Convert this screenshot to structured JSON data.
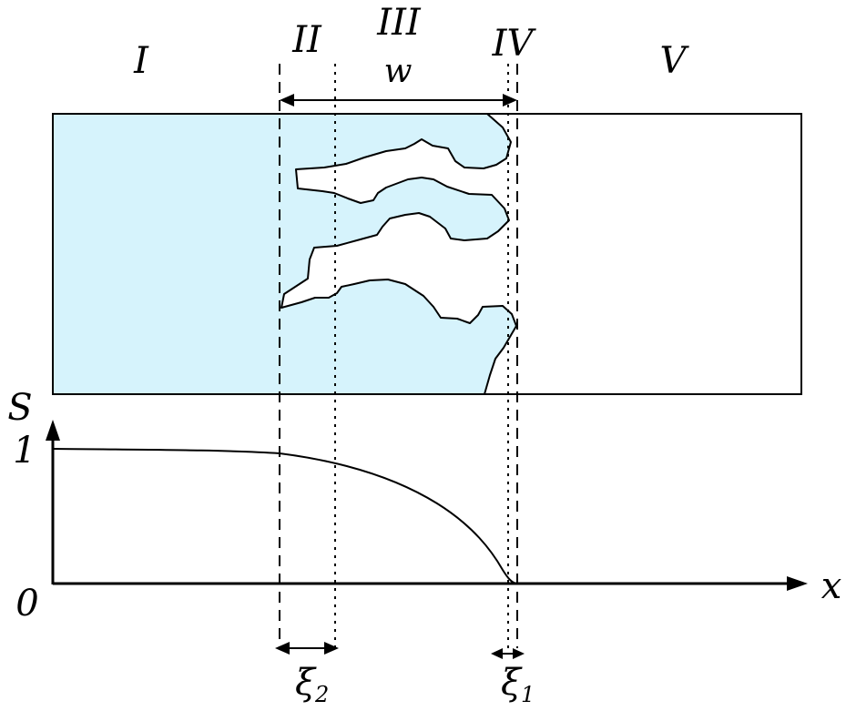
{
  "regions": {
    "r1": "I",
    "r2": "II",
    "r3": "III",
    "r4": "IV",
    "r5": "V"
  },
  "width_label": "w",
  "axis": {
    "y_label": "S",
    "x_label": "x",
    "y_max_tick": "1",
    "origin_tick": "0"
  },
  "xi1": {
    "symbol": "ξ",
    "sub": "1"
  },
  "xi2": {
    "symbol": "ξ",
    "sub": "2"
  },
  "colors": {
    "fluid_fill": "#d6f3fc",
    "line": "#000000",
    "background": "#ffffff"
  }
}
